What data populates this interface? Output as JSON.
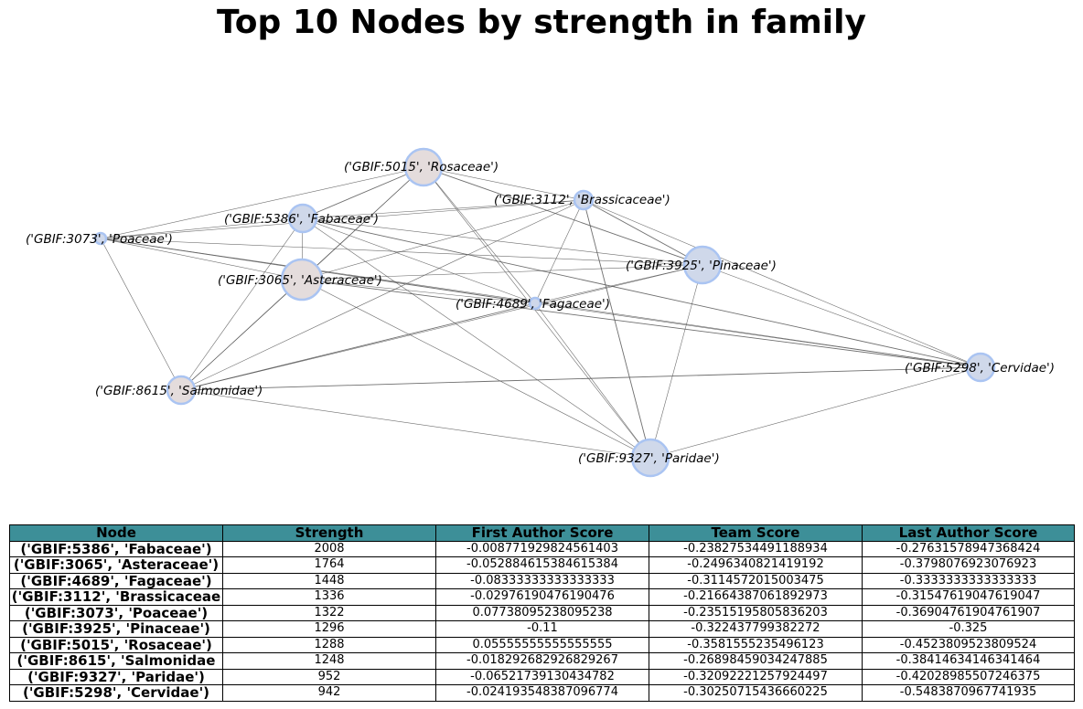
{
  "title": "Top 10 Nodes by strength in family",
  "colors": {
    "node_fill": "#cfd8ea",
    "node_fill_highlight": "#e4dcdc",
    "node_stroke": "#aac4f2",
    "edge": "#555555",
    "table_header_bg": "#3d8f98"
  },
  "nodes": [
    {
      "id": "rosaceae",
      "label": "('GBIF:5015', 'Rosaceae')",
      "size": "large",
      "highlight": true
    },
    {
      "id": "brassicaceae",
      "label": "('GBIF:3112', 'Brassicaceae')",
      "size": "small",
      "highlight": false
    },
    {
      "id": "fabaceae",
      "label": "('GBIF:5386', 'Fabaceae')",
      "size": "medium",
      "highlight": false
    },
    {
      "id": "poaceae",
      "label": "('GBIF:3073', 'Poaceae')",
      "size": "tiny",
      "highlight": false
    },
    {
      "id": "pinaceae",
      "label": "('GBIF:3925', 'Pinaceae')",
      "size": "large",
      "highlight": false
    },
    {
      "id": "asteraceae",
      "label": "('GBIF:3065', 'Asteraceae')",
      "size": "xlarge",
      "highlight": true
    },
    {
      "id": "fagaceae",
      "label": "('GBIF:4689', 'Fagaceae')",
      "size": "tiny",
      "highlight": false
    },
    {
      "id": "cervidae",
      "label": "('GBIF:5298', 'Cervidae')",
      "size": "medium",
      "highlight": false
    },
    {
      "id": "salmonidae",
      "label": "('GBIF:8615', 'Salmonidae')",
      "size": "medium",
      "highlight": true
    },
    {
      "id": "paridae",
      "label": "('GBIF:9327', 'Paridae')",
      "size": "large",
      "highlight": false
    }
  ],
  "edges": [
    [
      "rosaceae",
      "fabaceae"
    ],
    [
      "rosaceae",
      "poaceae"
    ],
    [
      "rosaceae",
      "asteraceae"
    ],
    [
      "rosaceae",
      "fagaceae"
    ],
    [
      "rosaceae",
      "paridae"
    ],
    [
      "rosaceae",
      "pinaceae"
    ],
    [
      "rosaceae",
      "salmonidae"
    ],
    [
      "rosaceae",
      "brassicaceae"
    ],
    [
      "brassicaceae",
      "fabaceae"
    ],
    [
      "brassicaceae",
      "poaceae"
    ],
    [
      "brassicaceae",
      "pinaceae"
    ],
    [
      "brassicaceae",
      "asteraceae"
    ],
    [
      "brassicaceae",
      "fagaceae"
    ],
    [
      "brassicaceae",
      "cervidae"
    ],
    [
      "brassicaceae",
      "salmonidae"
    ],
    [
      "brassicaceae",
      "paridae"
    ],
    [
      "fabaceae",
      "poaceae"
    ],
    [
      "fabaceae",
      "asteraceae"
    ],
    [
      "fabaceae",
      "pinaceae"
    ],
    [
      "fabaceae",
      "fagaceae"
    ],
    [
      "fabaceae",
      "cervidae"
    ],
    [
      "fabaceae",
      "salmonidae"
    ],
    [
      "fabaceae",
      "paridae"
    ],
    [
      "poaceae",
      "asteraceae"
    ],
    [
      "poaceae",
      "pinaceae"
    ],
    [
      "poaceae",
      "fagaceae"
    ],
    [
      "poaceae",
      "salmonidae"
    ],
    [
      "poaceae",
      "cervidae"
    ],
    [
      "asteraceae",
      "pinaceae"
    ],
    [
      "asteraceae",
      "fagaceae"
    ],
    [
      "asteraceae",
      "cervidae"
    ],
    [
      "asteraceae",
      "salmonidae"
    ],
    [
      "asteraceae",
      "paridae"
    ],
    [
      "fagaceae",
      "pinaceae"
    ],
    [
      "fagaceae",
      "cervidae"
    ],
    [
      "fagaceae",
      "salmonidae"
    ],
    [
      "fagaceae",
      "paridae"
    ],
    [
      "pinaceae",
      "cervidae"
    ],
    [
      "pinaceae",
      "salmonidae"
    ],
    [
      "pinaceae",
      "paridae"
    ],
    [
      "salmonidae",
      "cervidae"
    ],
    [
      "salmonidae",
      "paridae"
    ],
    [
      "paridae",
      "cervidae"
    ]
  ],
  "table": {
    "headers": [
      "Node",
      "Strength",
      "First Author Score",
      "Team Score",
      "Last Author Score"
    ],
    "rows": [
      [
        "('GBIF:5386', 'Fabaceae')",
        "2008",
        "-0.008771929824561403",
        "-0.23827534491188934",
        "-0.27631578947368424"
      ],
      [
        "('GBIF:3065', 'Asteraceae')",
        "1764",
        "-0.052884615384615384",
        "-0.2496340821419192",
        "-0.3798076923076923"
      ],
      [
        "('GBIF:4689', 'Fagaceae')",
        "1448",
        "-0.08333333333333333",
        "-0.3114572015003475",
        "-0.3333333333333333"
      ],
      [
        "('GBIF:3112', 'Brassicaceae",
        "1336",
        "-0.02976190476190476",
        "-0.21664387061892973",
        "-0.31547619047619047"
      ],
      [
        "('GBIF:3073', 'Poaceae')",
        "1322",
        "0.07738095238095238",
        "-0.23515195805836203",
        "-0.36904761904761907"
      ],
      [
        "('GBIF:3925', 'Pinaceae')",
        "1296",
        "-0.11",
        "-0.322437799382272",
        "-0.325"
      ],
      [
        "('GBIF:5015', 'Rosaceae')",
        "1288",
        "0.05555555555555555",
        "-0.3581555235496123",
        "-0.4523809523809524"
      ],
      [
        "('GBIF:8615', 'Salmonidae",
        "1248",
        "-0.018292682926829267",
        "-0.26898459034247885",
        "-0.38414634146341464"
      ],
      [
        "('GBIF:9327', 'Paridae')",
        "952",
        "-0.06521739130434782",
        "-0.32092221257924497",
        "-0.42028985507246375"
      ],
      [
        "('GBIF:5298', 'Cervidae')",
        "942",
        "-0.024193548387096774",
        "-0.30250715436660225",
        "-0.5483870967741935"
      ]
    ]
  }
}
